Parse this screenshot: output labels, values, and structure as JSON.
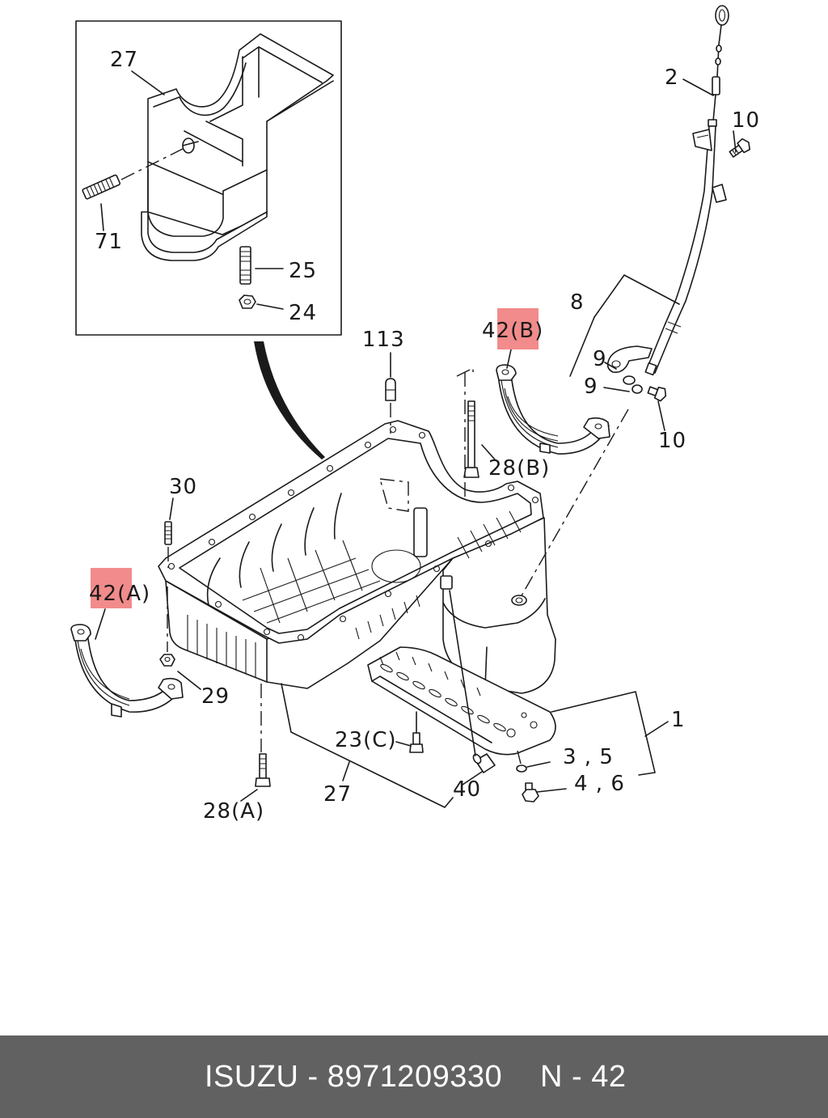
{
  "colors": {
    "highlight": "#f28b8b",
    "footer_background": "#616161",
    "line_art": "#1a1a1a"
  },
  "callouts": {
    "inset_27": "27",
    "inset_71": "71",
    "inset_25": "25",
    "inset_24": "24",
    "dipstick_2": "2",
    "bolt_10_top": "10",
    "bracket_8": "8",
    "oring_9_upper": "9",
    "oring_9_lower": "9",
    "bolt_10_lower": "10",
    "gasket_42b": "42(B)",
    "plug_113": "113",
    "bolt_28b": "28(B)",
    "stud_30": "30",
    "gasket_42a": "42(A)",
    "nut_29": "29",
    "bolt_28a": "28(A)",
    "pan_27": "27",
    "bolt_23c": "23(C)",
    "plug_40": "40",
    "assembly_1": "1",
    "washer_3_5": "3 , 5",
    "plug_4_6": "4 , 6"
  },
  "footer": {
    "part_label": "ISUZU - 8971209330",
    "page_ref": "N - 42"
  }
}
